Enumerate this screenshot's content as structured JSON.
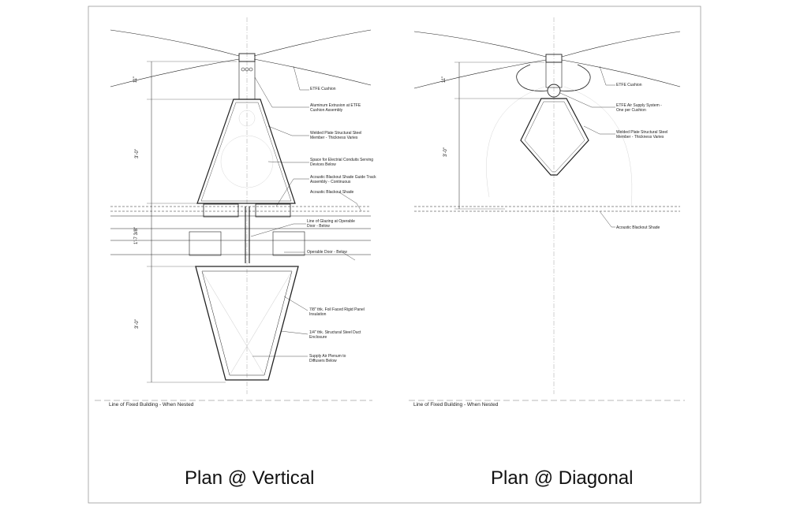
{
  "left": {
    "title": "Plan @ Vertical",
    "fixed_line": "Line of Fixed Building - When Nested",
    "dims": [
      "11\"",
      "3'-0\"",
      "1'-7 3/8\"",
      "3'-0\""
    ],
    "notes": [
      {
        "line1": "ETFE Cushion",
        "line2": ""
      },
      {
        "line1": "Aluminum Extrusion at ETFE",
        "line2": "Cushion Assembly"
      },
      {
        "line1": "Welded Plate Structural Steel",
        "line2": "Member - Thickness Varies"
      },
      {
        "line1": "Space for Electrial Conduits Serving",
        "line2": "Devices Below"
      },
      {
        "line1": "Acoustic Blackout Shade Guide Track",
        "line2": "Assembly - Continuous"
      },
      {
        "line1": "Acoustic Blackout Shade",
        "line2": ""
      },
      {
        "line1": "Line of Glazing at Operable",
        "line2": "Door - Below"
      },
      {
        "line1": "Operable Door - Below",
        "line2": ""
      },
      {
        "line1": "7/8\" thk. Foil Faced Rigid Panel",
        "line2": "Insulation"
      },
      {
        "line1": "1/4\" thk. Structural Steel Duct",
        "line2": "Enclosure"
      },
      {
        "line1": "Supply Air Plenum to",
        "line2": "Diffusers Below"
      }
    ]
  },
  "right": {
    "title": "Plan @ Diagonal",
    "fixed_line": "Line of Fixed Building - When Nested",
    "dims": [
      "11\"",
      "3'-0\""
    ],
    "notes": [
      {
        "line1": "ETFE Cushion",
        "line2": ""
      },
      {
        "line1": "ETFE Air Supply System -",
        "line2": "One per Cushion"
      },
      {
        "line1": "Welded Plate Structural Steel",
        "line2": "Member - Thickness Varies"
      },
      {
        "line1": "Acoustic Blackout Shade",
        "line2": ""
      }
    ]
  }
}
